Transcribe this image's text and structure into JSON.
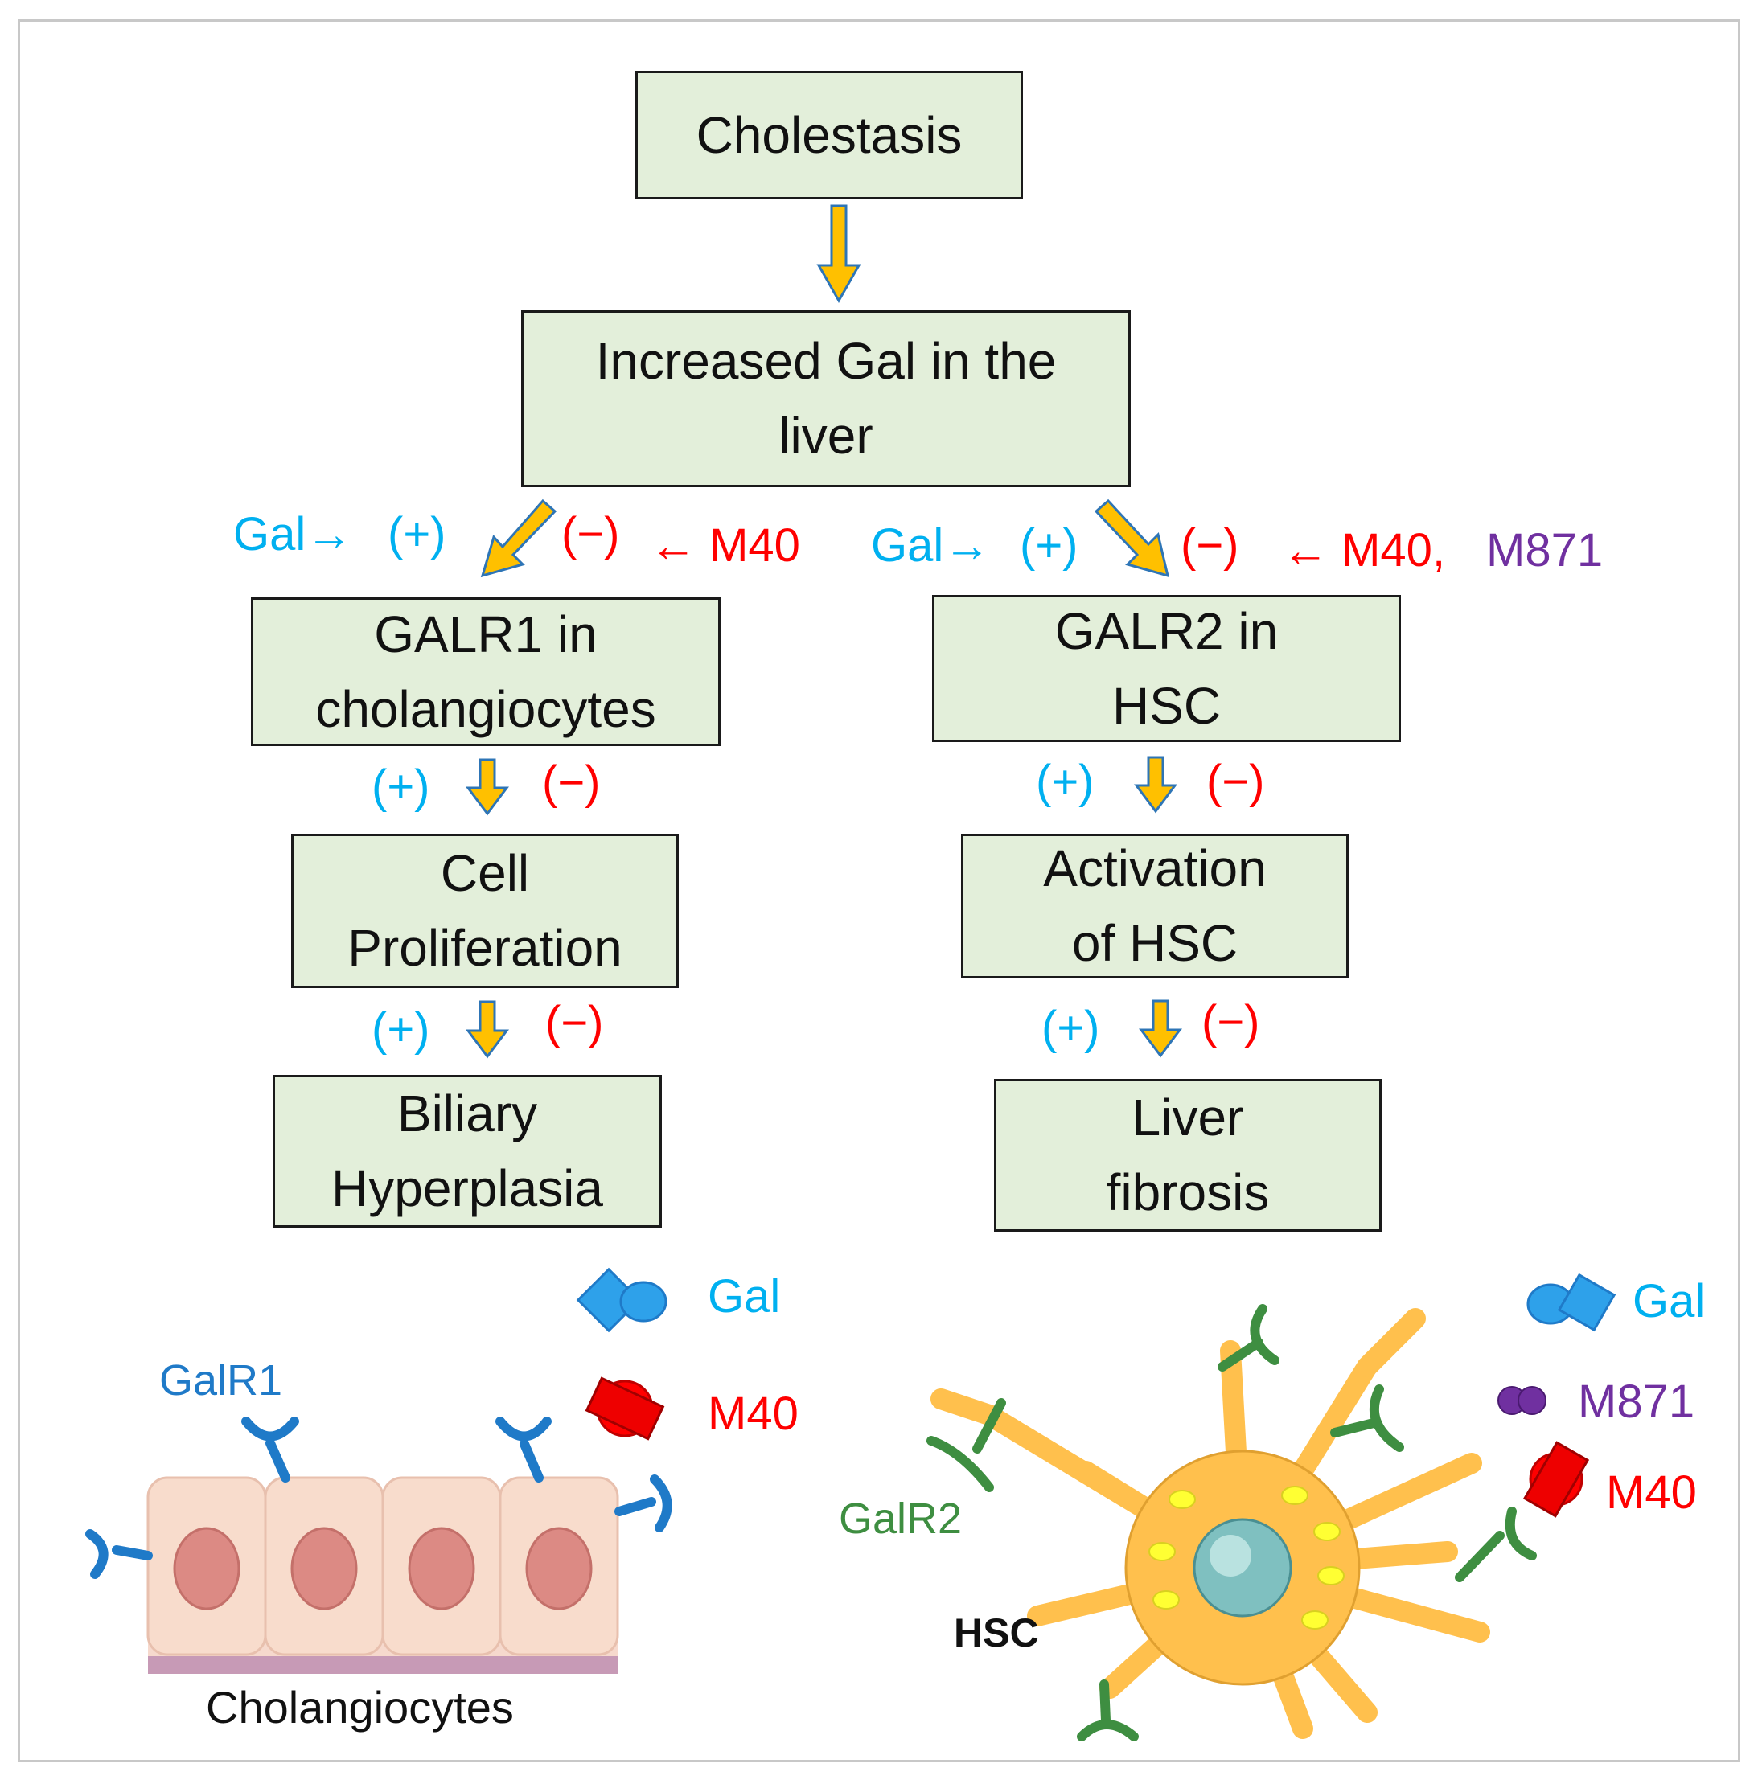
{
  "boxes": {
    "cholestasis": "Cholestasis",
    "increased_gal_line1": "Increased Gal in the",
    "increased_gal_line2": "liver",
    "galr1_line1": "GALR1 in",
    "galr1_line2": "cholangiocytes",
    "galr2_line1": "GALR2 in",
    "galr2_line2": "HSC",
    "cell_prolif_line1": "Cell",
    "cell_prolif_line2": "Proliferation",
    "activation_line1": "Activation",
    "activation_line2": "of HSC",
    "biliary_line1": "Biliary",
    "biliary_line2": "Hyperplasia",
    "liver_fib_line1": "Liver",
    "liver_fib_line2": "fibrosis"
  },
  "regulation": {
    "gal_arrow": "Gal→",
    "plus": "(+)",
    "minus": "(−)",
    "m40_arrow": "← M40",
    "m40_arrow_comma": "← M40,",
    "m871": "M871"
  },
  "legend": {
    "gal": "Gal",
    "m40": "M40",
    "m871": "M871",
    "galr1": "GalR1",
    "galr2": "GalR2",
    "hsc": "HSC",
    "cholangiocytes": "Cholangiocytes"
  },
  "colors": {
    "box_fill": "#e3efda",
    "arrow_fill": "#ffc000",
    "arrow_stroke": "#2e75b6",
    "gal": "#00b0f0",
    "inhibitor": "#ff0000",
    "m871": "#7030a0",
    "galr1": "#1f7ac8",
    "galr2": "#3e8e41",
    "hsc_cell": "#ffc04d"
  }
}
